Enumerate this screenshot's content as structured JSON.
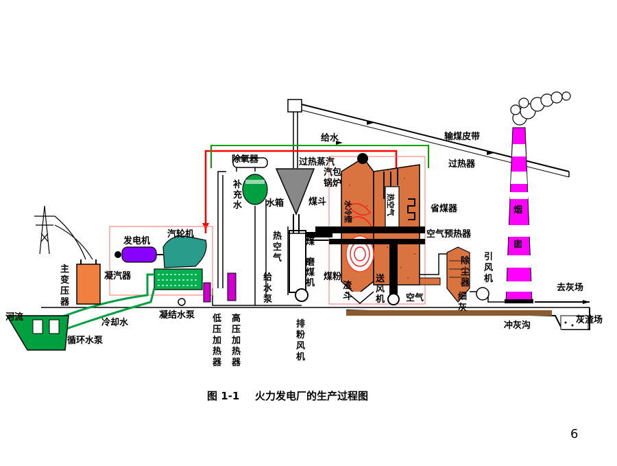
{
  "labels": {
    "coal_belt": "输煤皮带",
    "feedwater": "给水",
    "superheated_steam": "过热蒸汽",
    "deaerator": "除氧器",
    "makeup_water_1": "补",
    "makeup_water_2": "充",
    "makeup_water_3": "水",
    "water_tank": "水箱",
    "coal_hopper": "煤斗",
    "drum": "汽包",
    "boiler": "锅炉",
    "superheater": "过热器",
    "economizer": "省煤器",
    "air_preheater": "空气预热器",
    "hot_air_1": "热",
    "hot_air_2": "空",
    "hot_air_3": "气",
    "coal_1": "煤",
    "mill_1": "磨",
    "mill_2": "煤",
    "mill_3": "机",
    "pulverized_coal": "煤粉",
    "slag_1": "渣",
    "slag_2": "斗",
    "fd_fan_1": "送",
    "fd_fan_2": "风",
    "fd_fan_3": "机",
    "air": "空气",
    "precipitator_1": "除",
    "precipitator_2": "尘",
    "precipitator_3": "器",
    "id_fan_1": "引",
    "id_fan_2": "风",
    "id_fan_3": "机",
    "fly_ash_1": "细",
    "fly_ash_2": "灰",
    "chimney_1": "烟",
    "chimney_2": "囱",
    "to_ash_yard": "去灰场",
    "ash_yard": "灰渣场",
    "ash_channel": "冲灰沟",
    "generator": "发电机",
    "turbine": "汽轮机",
    "condenser": "凝汽器",
    "main_transformer_1": "主",
    "main_transformer_2": "变",
    "main_transformer_3": "压",
    "main_transformer_4": "器",
    "river": "河流",
    "cooling_water": "冷却水",
    "circ_pump": "循环水泵",
    "condensate_pump": "凝结水泵",
    "lp_heater_1": "低",
    "lp_heater_2": "压",
    "lp_heater_3": "加",
    "lp_heater_4": "热",
    "lp_heater_5": "器",
    "hp_heater_1": "高",
    "hp_heater_2": "压",
    "hp_heater_3": "加",
    "hp_heater_4": "热",
    "hp_heater_5": "器",
    "feed_pump_1": "给",
    "feed_pump_2": "水",
    "feed_pump_3": "泵",
    "exhauster_1": "排",
    "exhauster_2": "粉",
    "exhauster_3": "风",
    "exhauster_4": "机",
    "water_wall": "水冷壁",
    "hot_air_box": "热空气"
  },
  "caption": {
    "figure": "图 1-1",
    "title": "火力发电厂的生产过程图"
  },
  "page_number": "6",
  "colors": {
    "boiler_fill": "#d9733f",
    "chimney": "#ff00ff",
    "generator": "#8800ff",
    "turbine": "#2a9c8c",
    "condenser": "#00b050",
    "heater": "#cc00cc",
    "water_tank": "#00a040",
    "river": "#00a040",
    "steam_line": "#ff0000",
    "feedwater_line": "#00a000",
    "flame": "#ff4020"
  }
}
